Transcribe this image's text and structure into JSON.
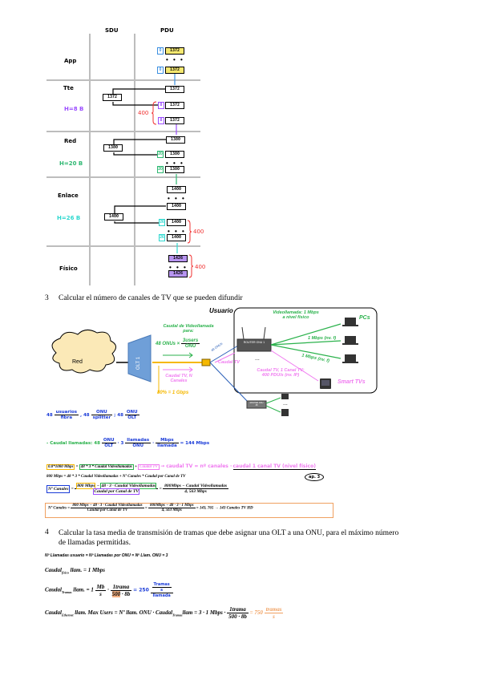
{
  "layers_diagram": {
    "col_sdu": "SDU",
    "col_pdu": "PDU",
    "layers": [
      {
        "name": "App"
      },
      {
        "name": "Tte",
        "header": "H=8 B"
      },
      {
        "name": "Red",
        "header": "H=20 B"
      },
      {
        "name": "Enlace",
        "header": "H=26 B"
      },
      {
        "name": "Físico"
      }
    ],
    "app_pdu": "1372",
    "app_tag": "0",
    "tte_sdu": "1372",
    "tte_pdu": "1372",
    "tte_tag": "8",
    "red_sdu": "1380",
    "red_pdu": "1380",
    "red_tag": "20",
    "enlace_sdu": "1400",
    "enlace_pdu": "1400",
    "enlace_tag": "26",
    "fisico_pdu": "1426",
    "count_400": "400",
    "dots": "• • •",
    "colors": {
      "app": "#3b8fe0",
      "tte": "#9b4dff",
      "red": "#2eb872",
      "enlace": "#2ed8cf",
      "fisico_fill": "#b794f0",
      "yellow": "#f5e870",
      "brace": "#f03030"
    }
  },
  "section3": {
    "number": "3",
    "title": "Calcular el número de canales de TV que se pueden difundir",
    "network": {
      "usuario": "Usuario",
      "cloud": "Red",
      "olt": "OLT 1",
      "caudal_video_title": "Caudal de Videollamada para:",
      "caudal_video_expr": "48 ONUs ×",
      "caudal_video_num": "3users",
      "caudal_video_den": "ONU",
      "caudal_tv": "Caudal TV, N Canales",
      "capacity": "80% = 1 Gbps",
      "splitter_note": "48 ONUs",
      "caudal_tv_short": "Caudal TV",
      "router1": "ROUTER ONU 1",
      "routerN": "ROUTER ONU 48",
      "ellipsis": "...",
      "videollamada": "Videollamada: 1 Mbps a nivel físico",
      "pcs": "PCs",
      "mbps1": "1 Mbps (nv. f)",
      "mbps2": "1 Mbps (nv. f)",
      "tv_canal": "Caudal TV, 1 Canal TV: 400 PDU/s (nv. IP)",
      "smart_tvs": "Smart TVs"
    },
    "hand1": {
      "a": "48",
      "a_num": "usuarios",
      "a_den": "fibra",
      "b": ", 48",
      "b_num": "ONU",
      "b_den": "splitter",
      "c": "; 48",
      "c_num": "ONU",
      "c_den": "OLT"
    },
    "hand2": {
      "label": "- Caudal llamadas: 48",
      "f1_num": "ONU",
      "f1_den": "OLT",
      "mid": "· 3",
      "f2_num": "llamadas",
      "f2_den": "ONU",
      "dot": "·",
      "f3_num": "Mbps",
      "f3_den": "llamada",
      "result": "= 144 Mbps"
    },
    "eq1": {
      "p1": "0.8*1000 Mbps",
      "p2": "48 * 3 * Caudal Videollamadas",
      "plus": "+",
      "p3": "Caudal TV",
      "arrow": "→ caudal TV = nº canales ·",
      "underlined": "caudal 1 canal TV (nivel físico)",
      "circle": "ap. 3"
    },
    "eq2": "800 Mbps = 48 * 3 * Caudal Videollamadas + Nº Canales * Caudal por Canal de TV",
    "eq3": {
      "lhs": "Nº Canales",
      "eq": "=",
      "num_a": "800 Mbps",
      "minus": "−",
      "num_b": "48 · 3 · Caudal Videollamadas",
      "den": "Caudal por Canal de TV",
      "eq2": "=",
      "r_num": "800Mbps − Caudal Videollamadas",
      "r_den": "4, 563 Mbps"
    },
    "eq4": {
      "lhs": "Nº Canales =",
      "num": "800 Mbps − 48 · 3 · Caudal Videollamadas",
      "den": "Caudal por Canal de TV",
      "eq": "=",
      "num2": "800Mbps − 48 · 3 · 1 Mbps",
      "den2": "4, 563 Mbps",
      "result": "= 143, 765 → 143 Canales TV HD"
    },
    "colors": {
      "green": "#2bb24c",
      "pink": "#f07af0",
      "yellow": "#f5b800",
      "blue": "#1a3bd8",
      "purple": "#9b4dff",
      "orange": "#f0a060"
    }
  },
  "section4": {
    "number": "4",
    "title": "Calcular la tasa media de transmisión de tramas que debe asignar una OLT a una ONU, para el máximo número de llamadas permitidas.",
    "l1": "Nº Llamadas usuario = Nº Llamadas por ONU = Nº Llam. ONU = 3",
    "l2_pre": "Caudal",
    "l2_sub": "físico",
    "l2_post": " llam. = 1 Mbps",
    "l3_pre": "Caudal",
    "l3_sub": "Tramas",
    "l3_mid": " llam. = 1",
    "l3_f1_num": "Mb",
    "l3_f1_den": "s",
    "l3_times": "·",
    "l3_f2_num": "1trama",
    "l3_f2_den_hl": "500",
    "l3_f2_den": "· 8b",
    "l3_hand": "= 250",
    "l3_hand_num": "Tramas",
    "l3_hand_mid": "s",
    "l3_hand_den": "llamada",
    "l4_pre": "Caudal",
    "l4_sub": "Ethernet",
    "l4_mid": " llam. Max Users = Nº llam. ONU · Caudal",
    "l4_sub2": "Tramas",
    "l4_mid2": "llam = 3 · 1 Mbps ·",
    "l4_f_num": "1trama",
    "l4_f_den": "500 · 8b",
    "l4_eq": "= 750",
    "l4_unit_num": "tramas",
    "l4_unit_den": "s"
  }
}
